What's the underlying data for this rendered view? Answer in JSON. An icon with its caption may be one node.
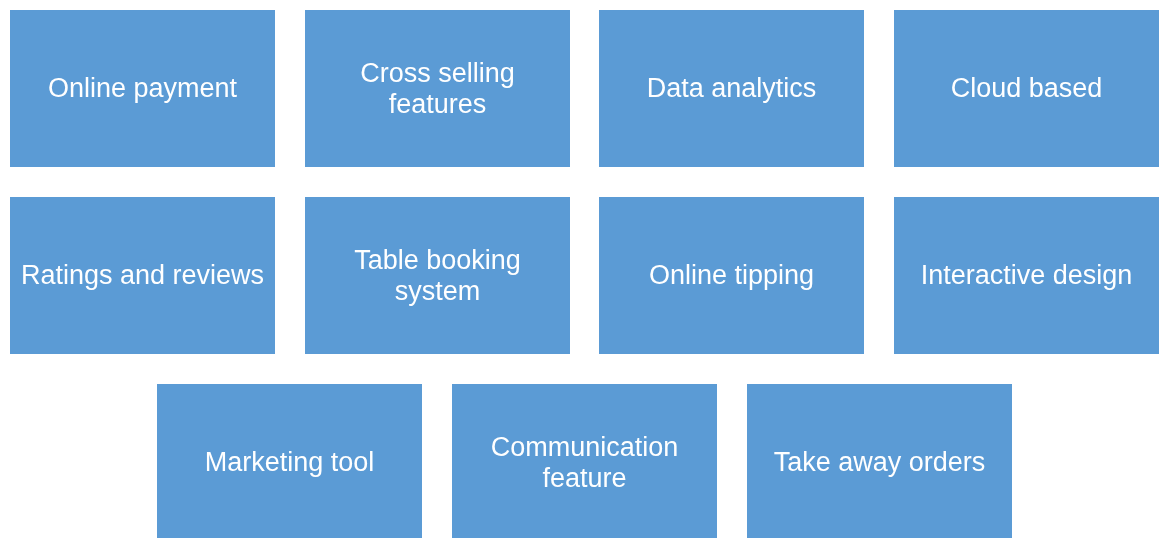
{
  "diagram": {
    "nodes": [
      {
        "text": [
          "Online payment"
        ]
      },
      {
        "text": [
          "Cross selling features"
        ]
      },
      {
        "text": [
          "Data analytics"
        ]
      },
      {
        "text": [
          "Cloud based"
        ]
      },
      {
        "text": [
          "Ratings and reviews"
        ]
      },
      {
        "text": [
          "Table booking system"
        ]
      },
      {
        "text": [
          "Online tipping"
        ]
      },
      {
        "text": [
          "Interactive design"
        ]
      },
      {
        "text": [
          "Marketing tool"
        ]
      },
      {
        "text": [
          "Communication feature"
        ]
      },
      {
        "text": [
          "Take away orders"
        ]
      }
    ]
  }
}
